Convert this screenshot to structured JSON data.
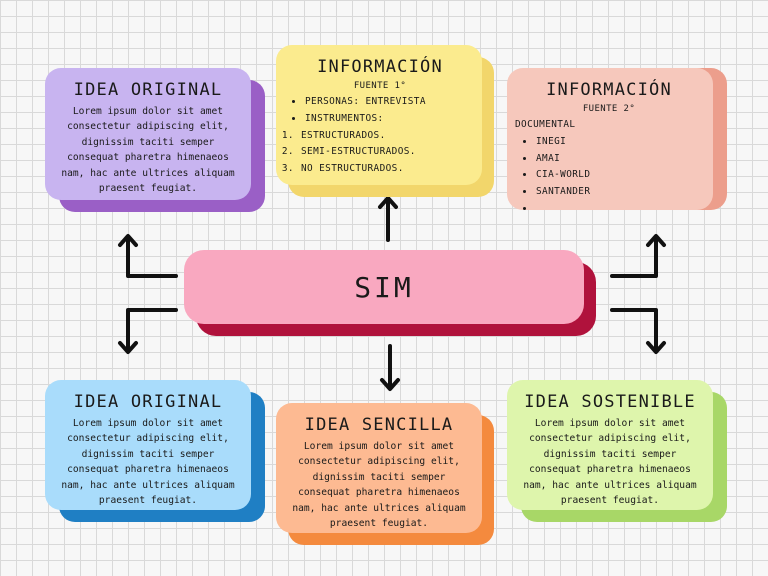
{
  "center": {
    "label": "SIM"
  },
  "cards": {
    "top_left": {
      "title": "IDEA ORIGINAL",
      "body": "Lorem ipsum dolor sit amet consectetur adipiscing elit, dignissim taciti semper consequat pharetra himenaeos nam, hac ante ultrices aliquam praesent feugiat."
    },
    "top_center": {
      "title": "INFORMACIÓN",
      "subtitle": "FUENTE 1°",
      "bullets": [
        "PERSONAS: ENTREVISTA",
        "INSTRUMENTOS:"
      ],
      "numbered": [
        "ESTRUCTURADOS.",
        "SEMI-ESTRUCTURADOS.",
        "NO ESTRUCTURADOS."
      ]
    },
    "top_right": {
      "title": "INFORMACIÓN",
      "subtitle": "FUENTE 2°",
      "heading": "DOCUMENTAL",
      "bullets": [
        "INEGI",
        "AMAI",
        "CIA-WORLD",
        "SANTANDER",
        ""
      ]
    },
    "bottom_left": {
      "title": "IDEA ORIGINAL",
      "body": "Lorem ipsum dolor sit amet consectetur adipiscing elit, dignissim taciti semper consequat pharetra himenaeos nam, hac ante ultrices aliquam praesent feugiat."
    },
    "bottom_center": {
      "title": "IDEA SENCILLA",
      "body": "Lorem ipsum dolor sit amet consectetur adipiscing elit, dignissim taciti semper consequat pharetra himenaeos nam, hac ante ultrices aliquam praesent feugiat."
    },
    "bottom_right": {
      "title": "IDEA SOSTENIBLE",
      "body": "Lorem ipsum dolor sit amet consectetur adipiscing elit, dignissim taciti semper consequat pharetra himenaeos nam, hac ante ultrices aliquam praesent feugiat."
    }
  },
  "colors": {
    "center_face": "#f9a8c0",
    "center_shadow": "#b0123c",
    "purple_face": "#c8b4f0",
    "purple_shadow": "#9a5fc6",
    "yellow_face": "#fbeb8e",
    "yellow_shadow": "#f2d66b",
    "salmon_face": "#f6c8bc",
    "salmon_shadow": "#ec9e8c",
    "blue_face": "#a9dcfb",
    "blue_shadow": "#1f7fc4",
    "orange_face": "#fdba92",
    "orange_shadow": "#f48a3e",
    "green_face": "#def5ac",
    "green_shadow": "#a8d767"
  }
}
